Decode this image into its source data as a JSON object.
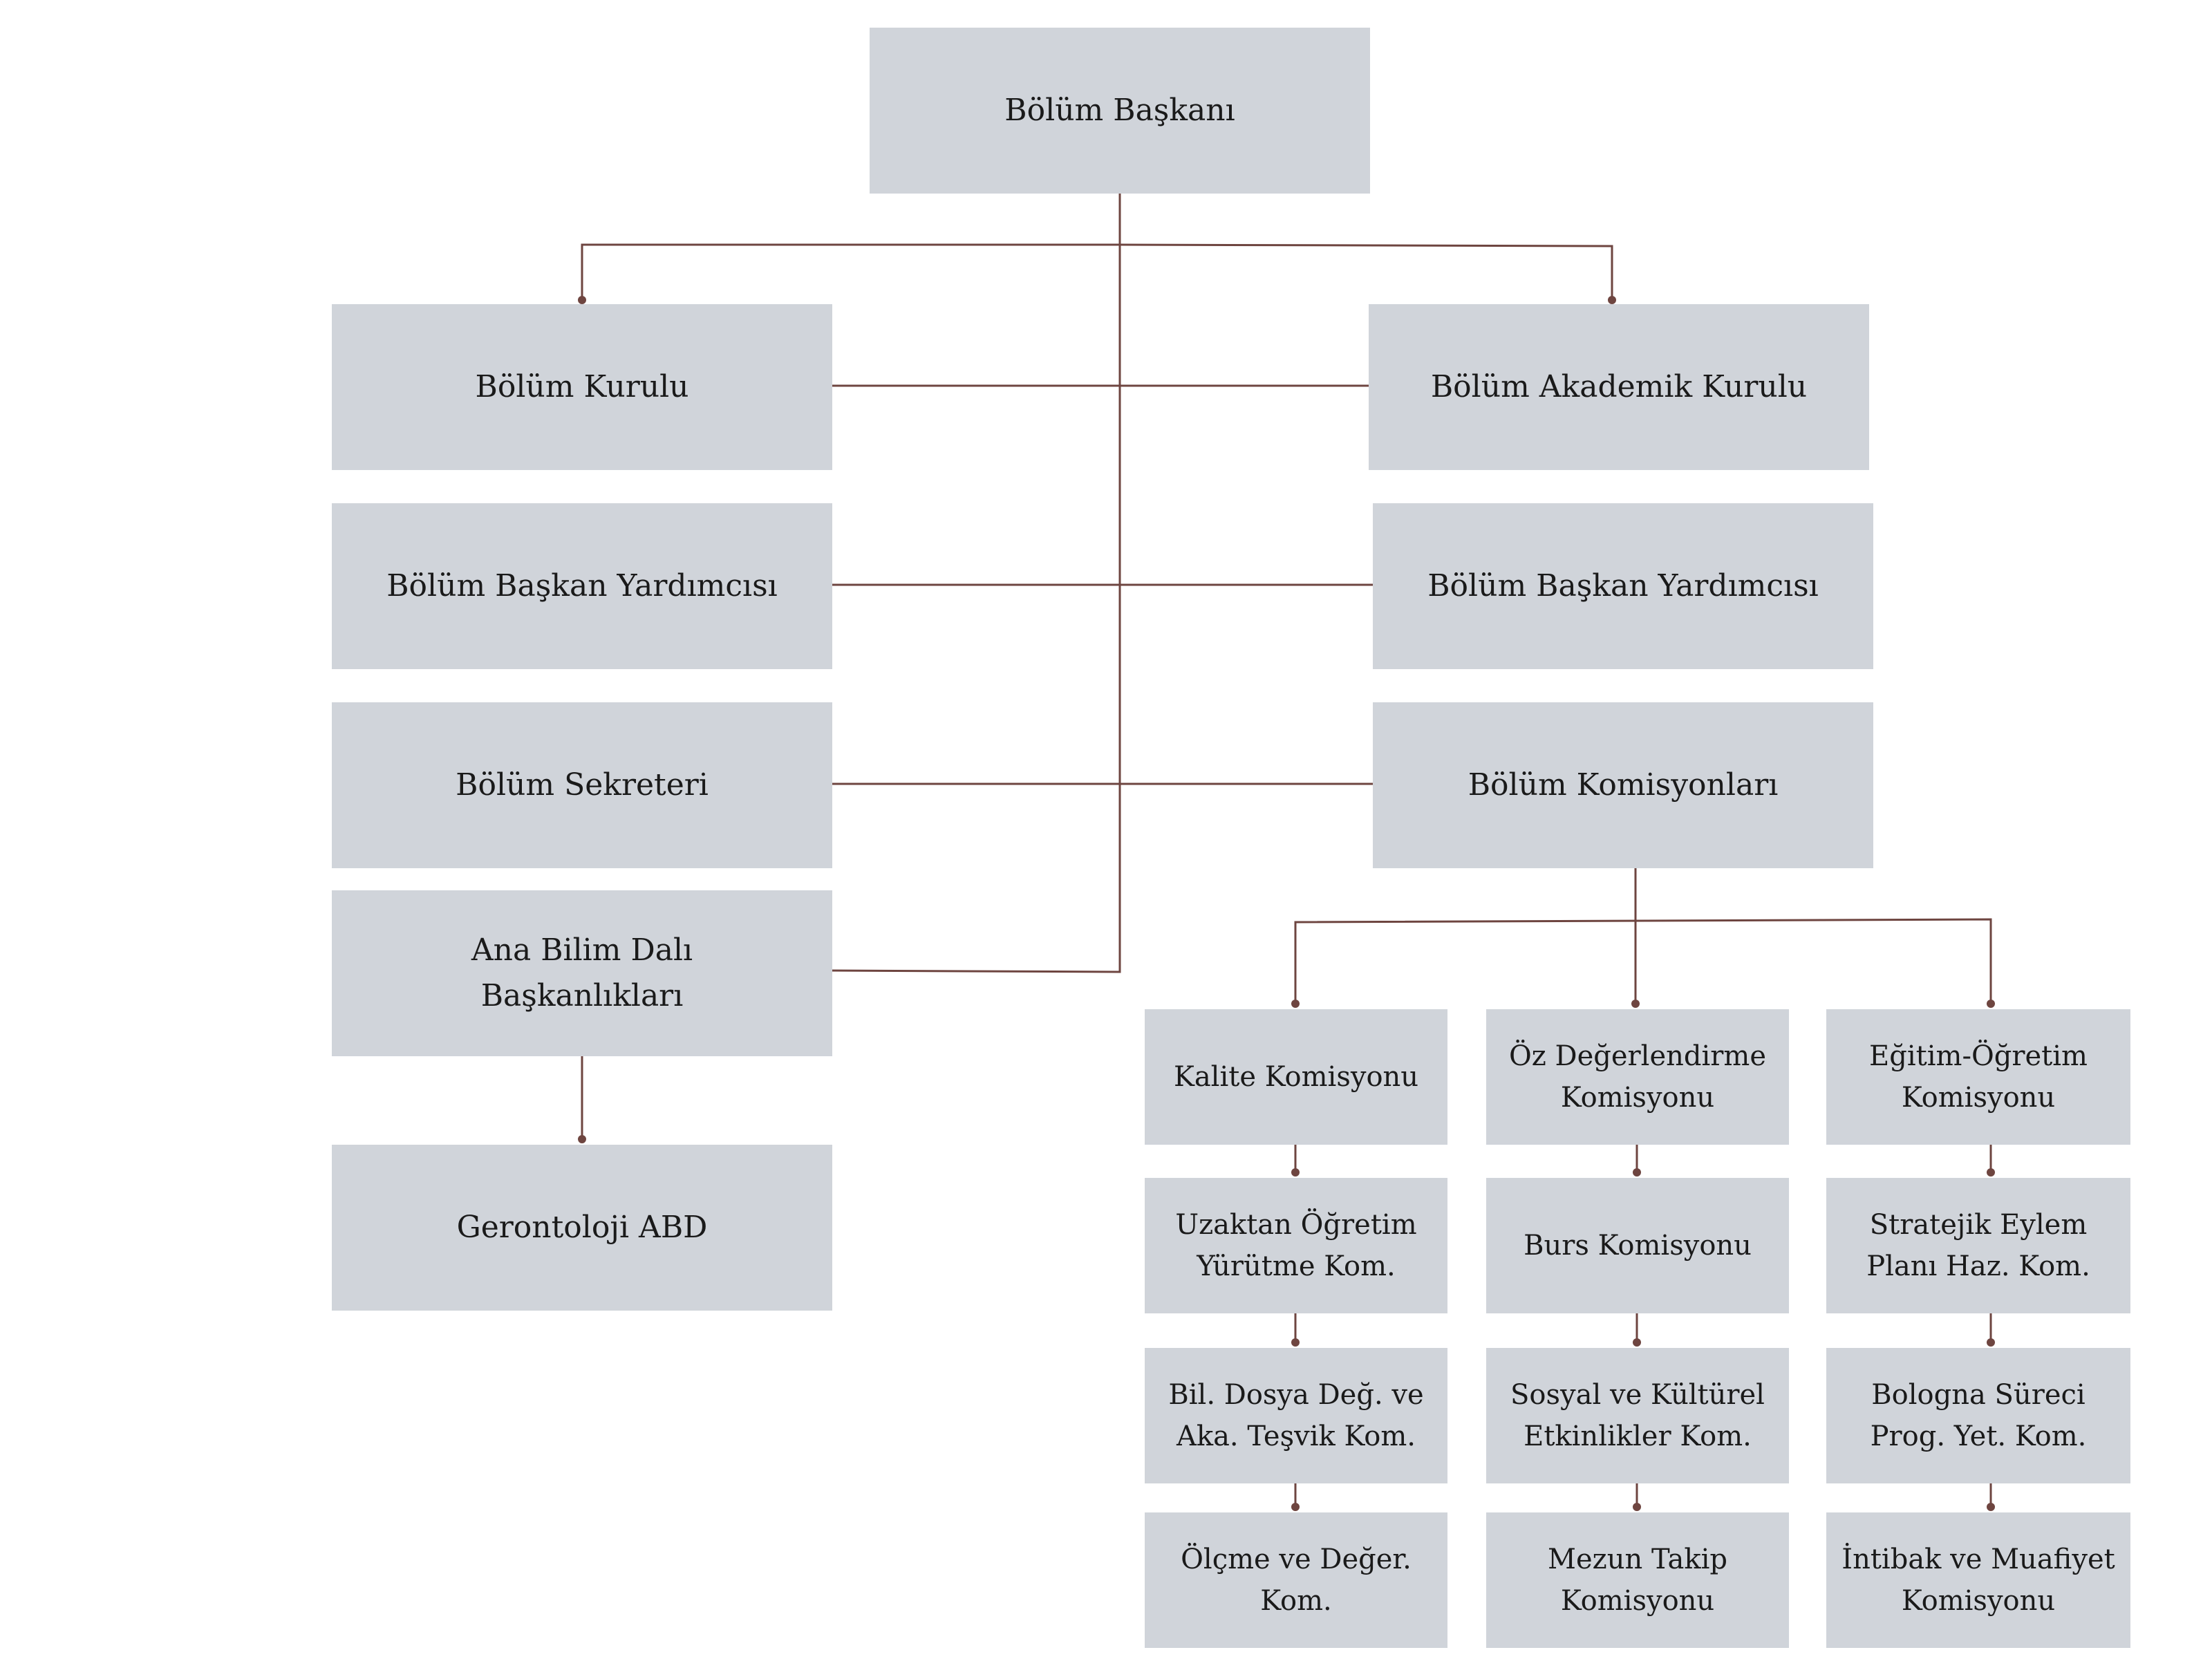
{
  "nodes": {
    "bolum_baskani": "Bölüm Başkanı",
    "bolum_kurulu": "Bölüm Kurulu",
    "bolum_akademik_kurulu": "Bölüm Akademik Kurulu",
    "baskan_yardimcisi_left": "Bölüm Başkan Yardımcısı",
    "baskan_yardimcisi_right": "Bölüm Başkan Yardımcısı",
    "bolum_sekreteri": "Bölüm Sekreteri",
    "bolum_komisyonlari": "Bölüm Komisyonları",
    "ana_bilim_dali": [
      "Ana Bilim Dalı",
      "Başkanlıkları"
    ],
    "gerontoloji": "Gerontoloji ABD",
    "col1": [
      [
        "Kalite Komisyonu"
      ],
      [
        "Uzaktan Öğretim",
        "Yürütme Kom."
      ],
      [
        "Bil. Dosya Değ. ve",
        "Aka. Teşvik Kom."
      ],
      [
        "Ölçme ve Değer.",
        "Kom."
      ]
    ],
    "col2": [
      [
        "Öz Değerlendirme",
        "Komisyonu"
      ],
      [
        "Burs Komisyonu"
      ],
      [
        "Sosyal ve Kültürel",
        "Etkinlikler Kom."
      ],
      [
        "Mezun Takip",
        "Komisyonu"
      ]
    ],
    "col3": [
      [
        "Eğitim-Öğretim",
        "Komisyonu"
      ],
      [
        "Stratejik Eylem",
        "Planı Haz. Kom."
      ],
      [
        "Bologna Süreci",
        "Prog. Yet. Kom."
      ],
      [
        "İntibak ve Muafiyet",
        "Komisyonu"
      ]
    ]
  },
  "colors": {
    "box_fill": "#d0d4da",
    "connector": "#6e4540",
    "text": "#1a1a1a"
  }
}
